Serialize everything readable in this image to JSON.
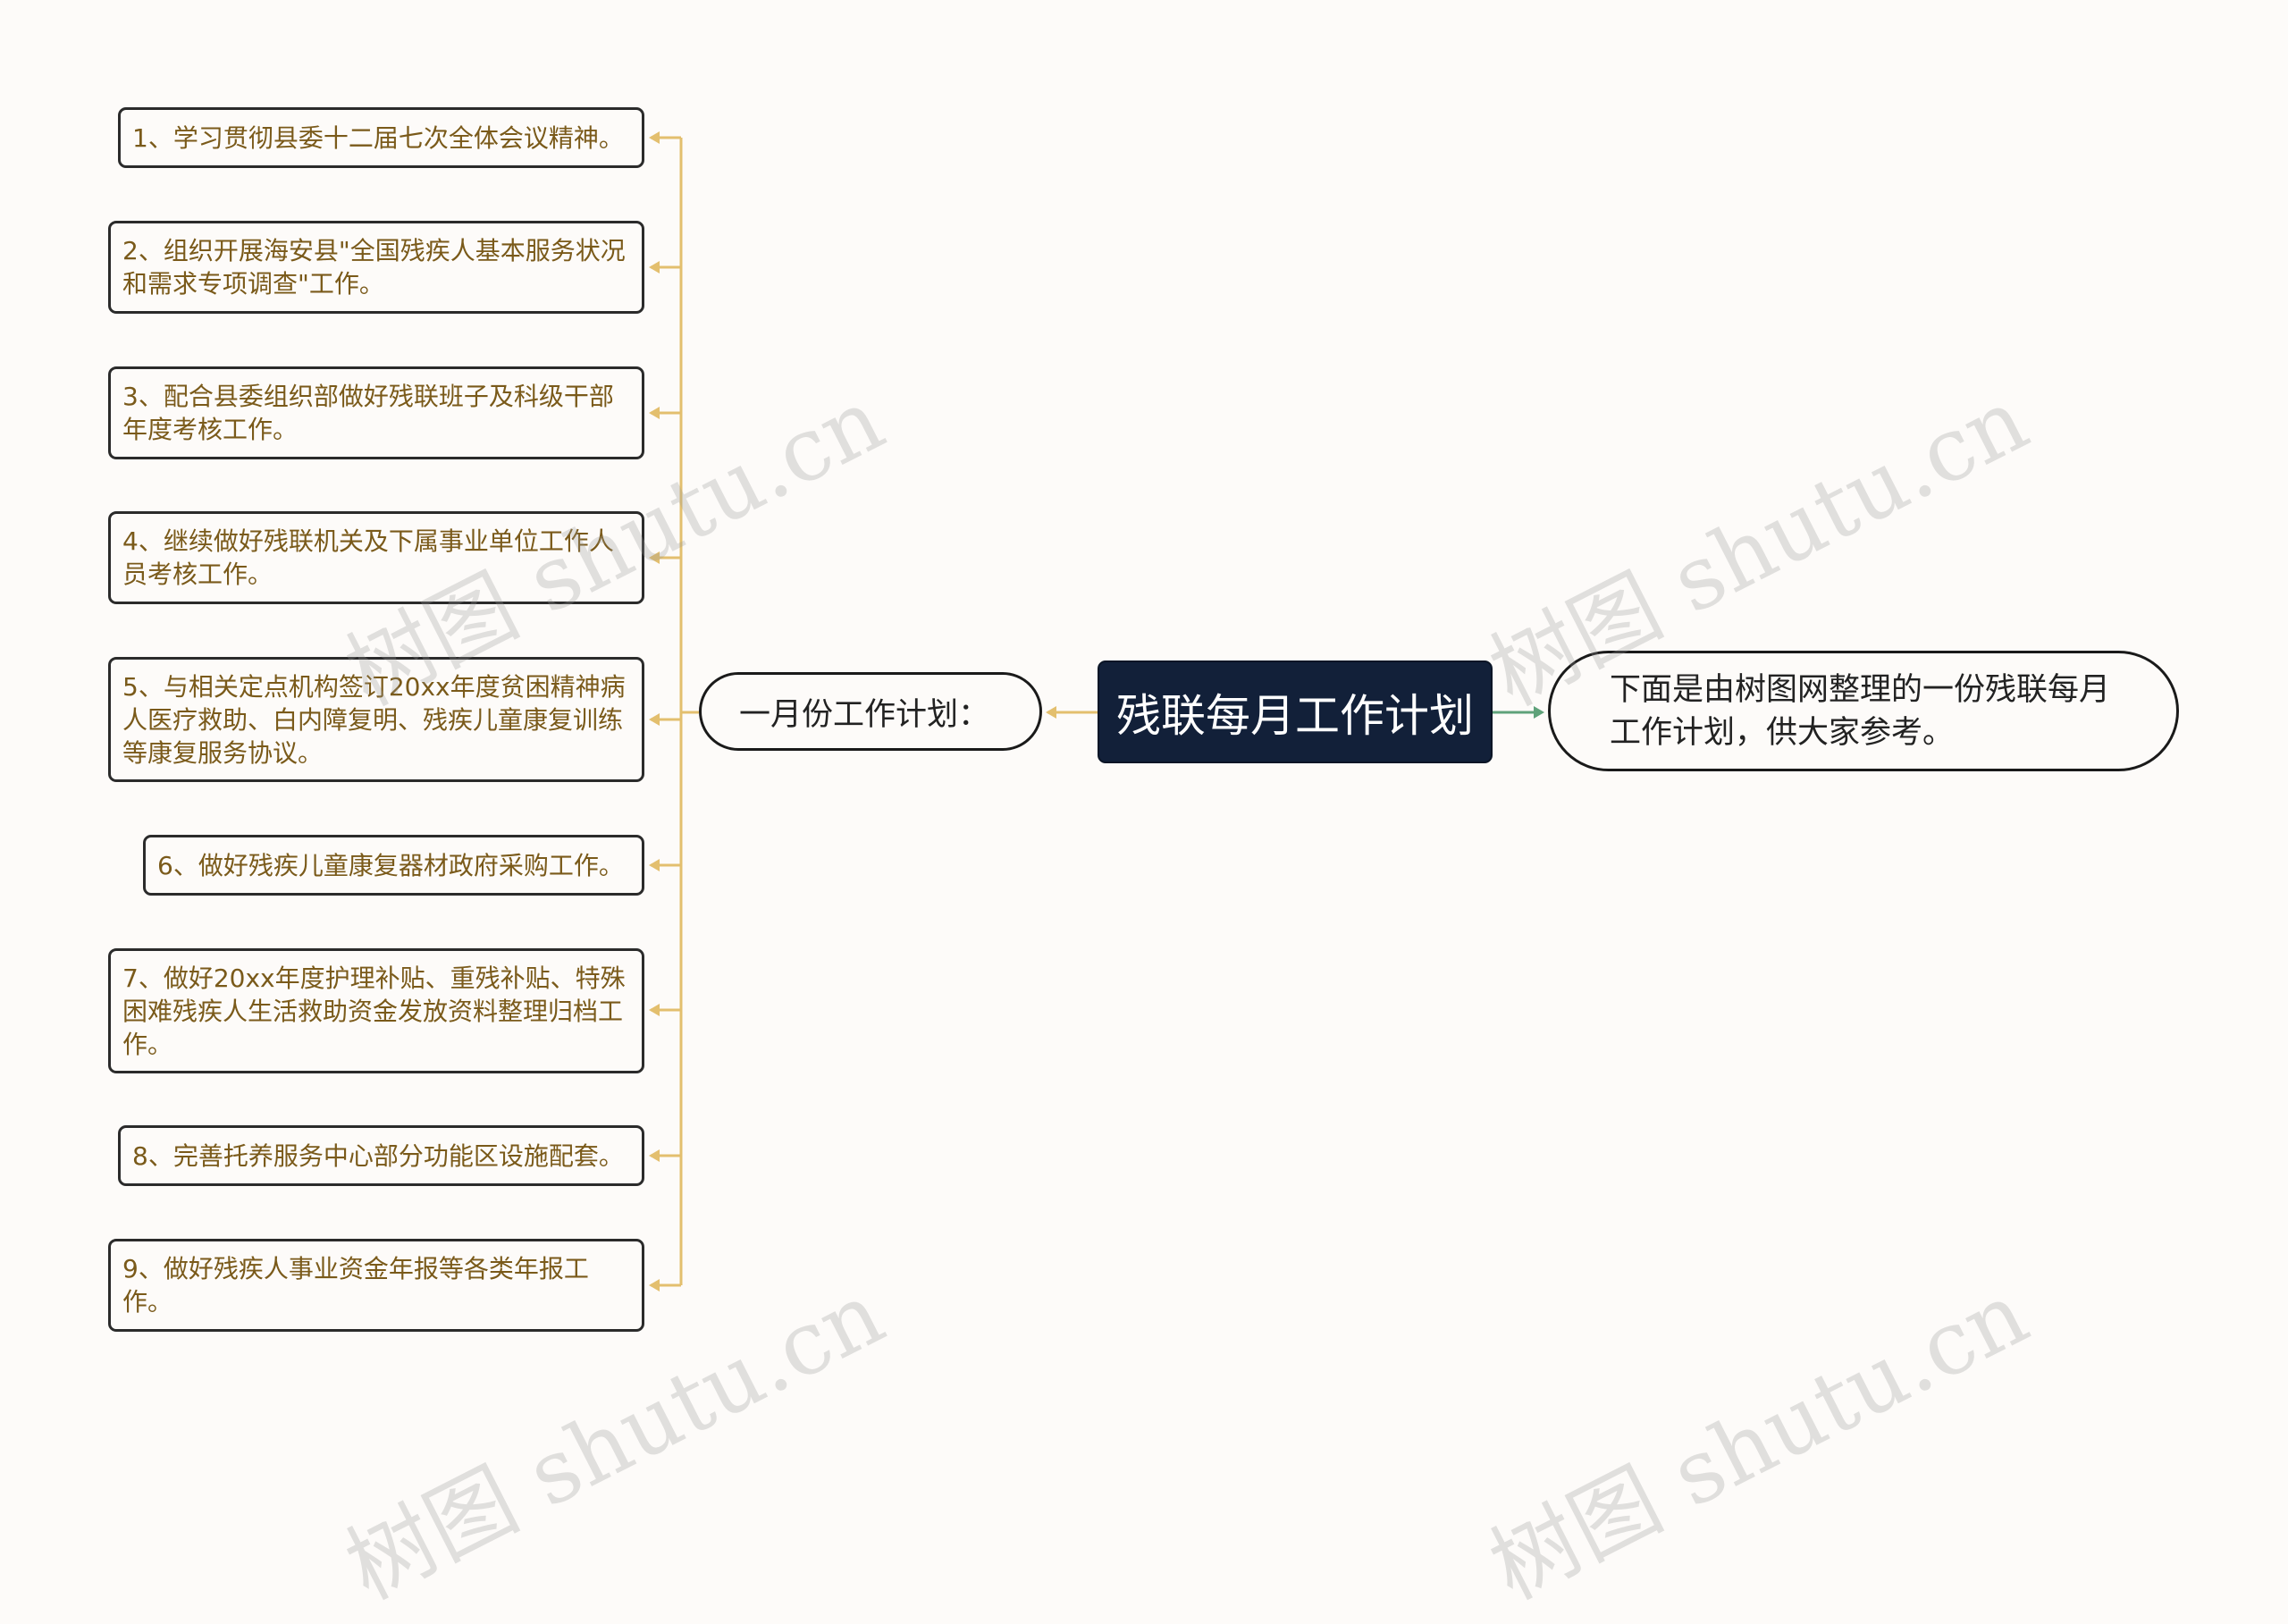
{
  "root": {
    "label": "残联每月工作计划"
  },
  "intro": {
    "label": "下面是由树图网整理的一份残联每月工作计划，供大家参考。"
  },
  "branch": {
    "label": "一月份工作计划："
  },
  "items": [
    {
      "label": "1、学习贯彻县委十二届七次全体会议精神。"
    },
    {
      "label": "2、组织开展海安县\"全国残疾人基本服务状况和需求专项调查\"工作。"
    },
    {
      "label": "3、配合县委组织部做好残联班子及科级干部年度考核工作。"
    },
    {
      "label": "4、继续做好残联机关及下属事业单位工作人员考核工作。"
    },
    {
      "label": "5、与相关定点机构签订20xx年度贫困精神病人医疗救助、白内障复明、残疾儿童康复训练等康复服务协议。"
    },
    {
      "label": "6、做好残疾儿童康复器材政府采购工作。"
    },
    {
      "label": "7、做好20xx年度护理补贴、重残补贴、特殊困难残疾人生活救助资金发放资料整理归档工作。"
    },
    {
      "label": "8、完善托养服务中心部分功能区设施配套。"
    },
    {
      "label": "9、做好残疾人事业资金年报等各类年报工作。"
    }
  ],
  "watermark": {
    "text": "树图 shutu.cn"
  },
  "colors": {
    "branch_line": "#e3bf6e",
    "intro_line": "#5fa27a",
    "root_fill": "#122039",
    "item_text": "#7a5a1a"
  }
}
